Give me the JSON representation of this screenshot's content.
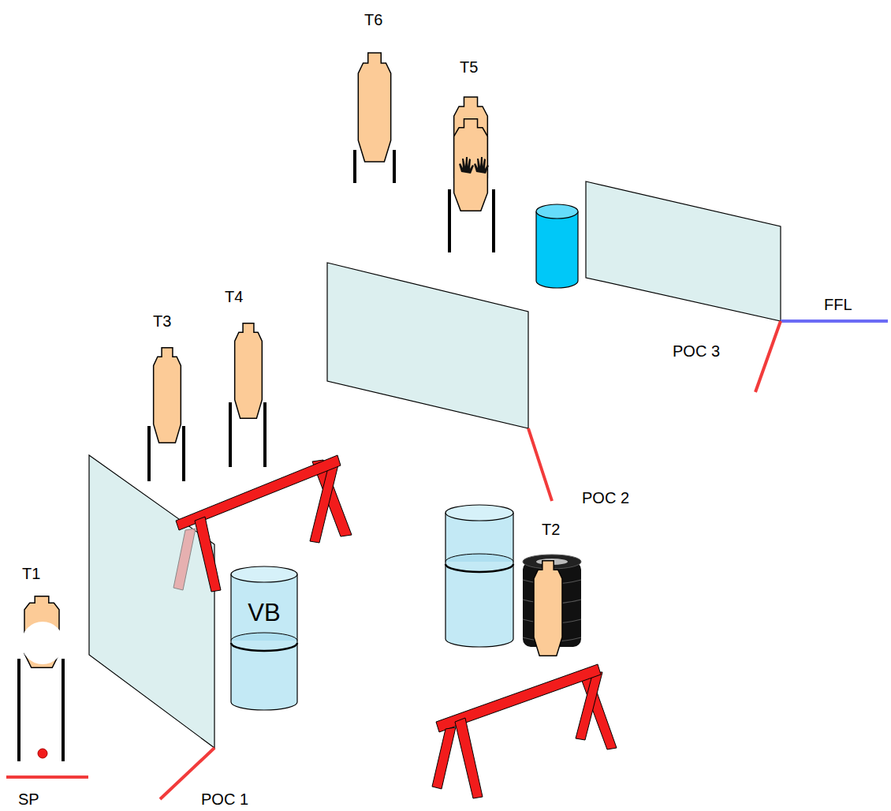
{
  "diagram": {
    "nodes": [
      {
        "text": [
          "VB"
        ]
      }
    ],
    "labels": [
      "T6",
      "T5",
      "T3",
      "T4",
      "FFL",
      "POC 3",
      "POC 2",
      "T2",
      "T1",
      "SP",
      "POC 1"
    ]
  }
}
